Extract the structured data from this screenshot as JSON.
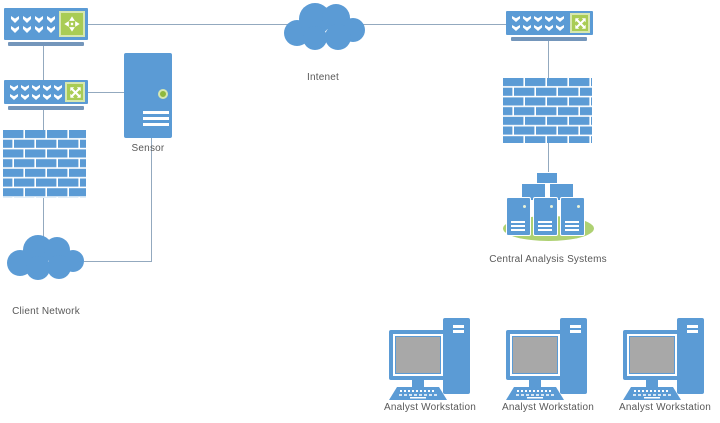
{
  "diagram": {
    "type": "network-topology",
    "colors": {
      "node_blue": "#5b9bd5",
      "accent_green": "#a9cc55",
      "accent_green_border": "#d6e7b0",
      "platform_green": "#aed172",
      "screen_gray": "#a8a8a8",
      "connector_line": "#93a9bf",
      "label_text": "#595959",
      "background": "#ffffff"
    },
    "icons": {
      "router-icon": "four-direction-arrows-green-square",
      "switch-icon": "crossed-arrows-green-square",
      "port-arrows-icon": "white-down-chevrons",
      "firewall-icon": "blue-brick-wall",
      "cloud-icon": "blue-cloud",
      "server-icon": "blue-server-tower",
      "server-farm-icon": "three-servers-on-green-platform",
      "workstation-icon": "monitor-keyboard-tower"
    },
    "nodes": {
      "internet_cloud": {
        "label": "Intenet"
      },
      "client_cloud": {
        "label": "Client Network"
      },
      "sensor": {
        "label": "Sensor"
      },
      "server_farm": {
        "label": "Central Analysis Systems"
      },
      "workstations": [
        {
          "label": "Analyst Workstation"
        },
        {
          "label": "Analyst Workstation"
        },
        {
          "label": "Analyst Workstation"
        }
      ]
    }
  }
}
